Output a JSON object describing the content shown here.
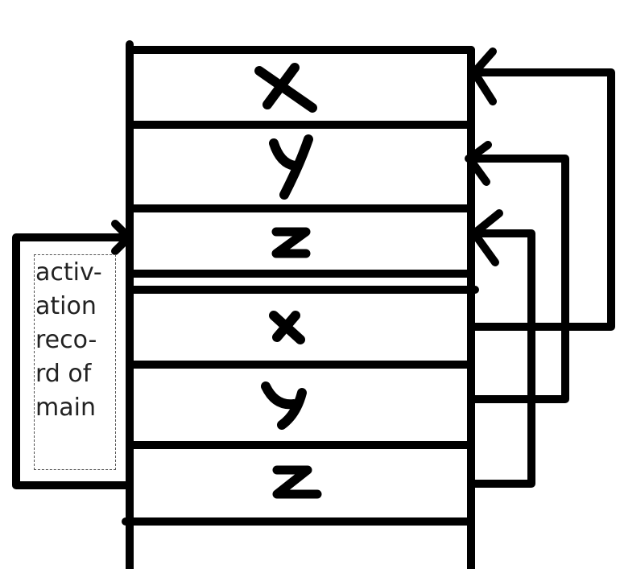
{
  "diagram": {
    "stroke_color": "#000000",
    "rows": [
      {
        "label": "x",
        "group": "upper"
      },
      {
        "label": "y",
        "group": "upper"
      },
      {
        "label": "z",
        "group": "upper"
      },
      {
        "label": "x",
        "group": "lower"
      },
      {
        "label": "y",
        "group": "lower"
      },
      {
        "label": "z",
        "group": "lower"
      }
    ],
    "note_text": "activ-\nation\nreco-\nrd of\nmain"
  }
}
